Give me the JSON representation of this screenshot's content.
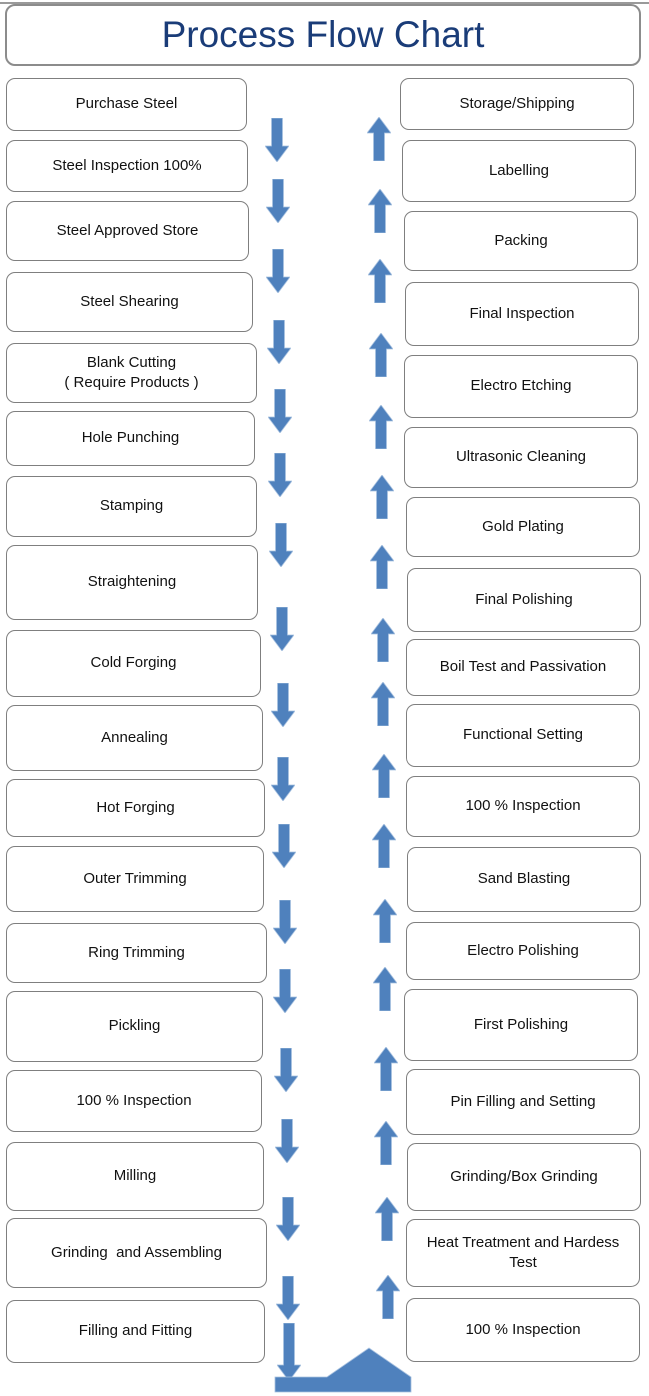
{
  "title": "Process Flow Chart",
  "colors": {
    "arrow_blue": "#4F81BD",
    "title_text": "#1A3C78",
    "box_border": "#7F7F7F"
  },
  "left_column": {
    "items": [
      {
        "label": "Purchase Steel"
      },
      {
        "label": "Steel Inspection 100%"
      },
      {
        "label": "Steel Approved Store"
      },
      {
        "label": "Steel Shearing"
      },
      {
        "label": "Blank Cutting\n( Require Products )"
      },
      {
        "label": "Hole Punching"
      },
      {
        "label": "Stamping"
      },
      {
        "label": "Straightening"
      },
      {
        "label": "Cold Forging"
      },
      {
        "label": "Annealing"
      },
      {
        "label": "Hot Forging"
      },
      {
        "label": "Outer Trimming"
      },
      {
        "label": "Ring Trimming"
      },
      {
        "label": "Pickling"
      },
      {
        "label": "100 % Inspection"
      },
      {
        "label": "Milling"
      },
      {
        "label": "Grinding  and Assembling"
      },
      {
        "label": "Filling and Fitting"
      }
    ]
  },
  "right_column": {
    "items": [
      {
        "label": "Storage/Shipping"
      },
      {
        "label": "Labelling"
      },
      {
        "label": "Packing"
      },
      {
        "label": "Final Inspection"
      },
      {
        "label": "Electro Etching"
      },
      {
        "label": "Ultrasonic Cleaning"
      },
      {
        "label": "Gold Plating"
      },
      {
        "label": "Final Polishing"
      },
      {
        "label": "Boil Test and Passivation"
      },
      {
        "label": "Functional Setting"
      },
      {
        "label": "100 % Inspection"
      },
      {
        "label": "Sand Blasting"
      },
      {
        "label": "Electro Polishing"
      },
      {
        "label": "First Polishing"
      },
      {
        "label": "Pin Filling and Setting"
      },
      {
        "label": "Grinding/Box Grinding"
      },
      {
        "label": "Heat Treatment and Hardess Test"
      },
      {
        "label": "100 % Inspection"
      }
    ]
  }
}
